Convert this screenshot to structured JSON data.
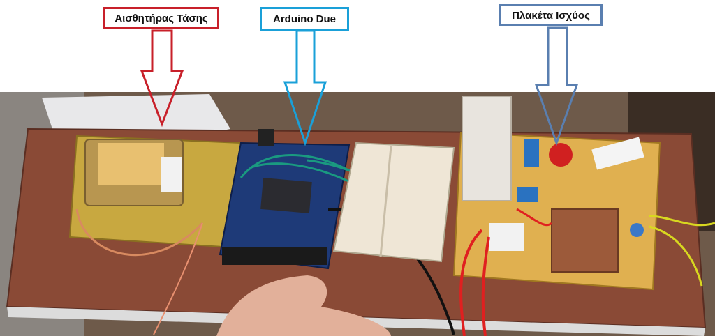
{
  "labels": {
    "voltage_sensor": "Αισθητήρας Τάσης",
    "arduino": "Arduino Due",
    "power_board": "Πλακέτα Ισχύος"
  },
  "colors": {
    "voltage_sensor": "#c8202a",
    "arduino": "#1aa0d8",
    "power_board": "#5a7fb0"
  }
}
